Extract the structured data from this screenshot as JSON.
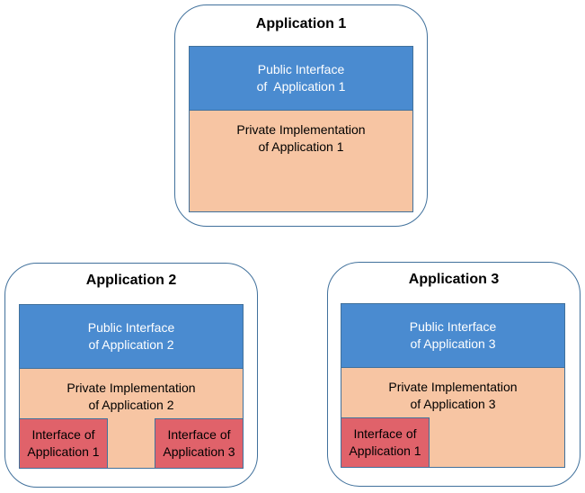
{
  "applications": [
    {
      "title": "Application 1",
      "public_interface": [
        "Public Interface",
        "of  Application 1"
      ],
      "private_implementation": [
        "Private Implementation",
        "of Application 1"
      ],
      "interfaces": []
    },
    {
      "title": "Application 2",
      "public_interface": [
        "Public Interface",
        "of Application 2"
      ],
      "private_implementation": [
        "Private Implementation",
        "of Application 2"
      ],
      "interfaces": [
        [
          "Interface of",
          "Application 1"
        ],
        [
          "Interface of",
          "Application 3"
        ]
      ]
    },
    {
      "title": "Application 3",
      "public_interface": [
        "Public Interface",
        "of Application 3"
      ],
      "private_implementation": [
        "Private Implementation",
        "of Application 3"
      ],
      "interfaces": [
        [
          "Interface of",
          "Application 1"
        ]
      ]
    }
  ],
  "colors": {
    "public_interface_fill": "#4a8bd0",
    "private_implementation_fill": "#f7c5a3",
    "embedded_interface_fill": "#e0626a",
    "border": "#41719c"
  }
}
